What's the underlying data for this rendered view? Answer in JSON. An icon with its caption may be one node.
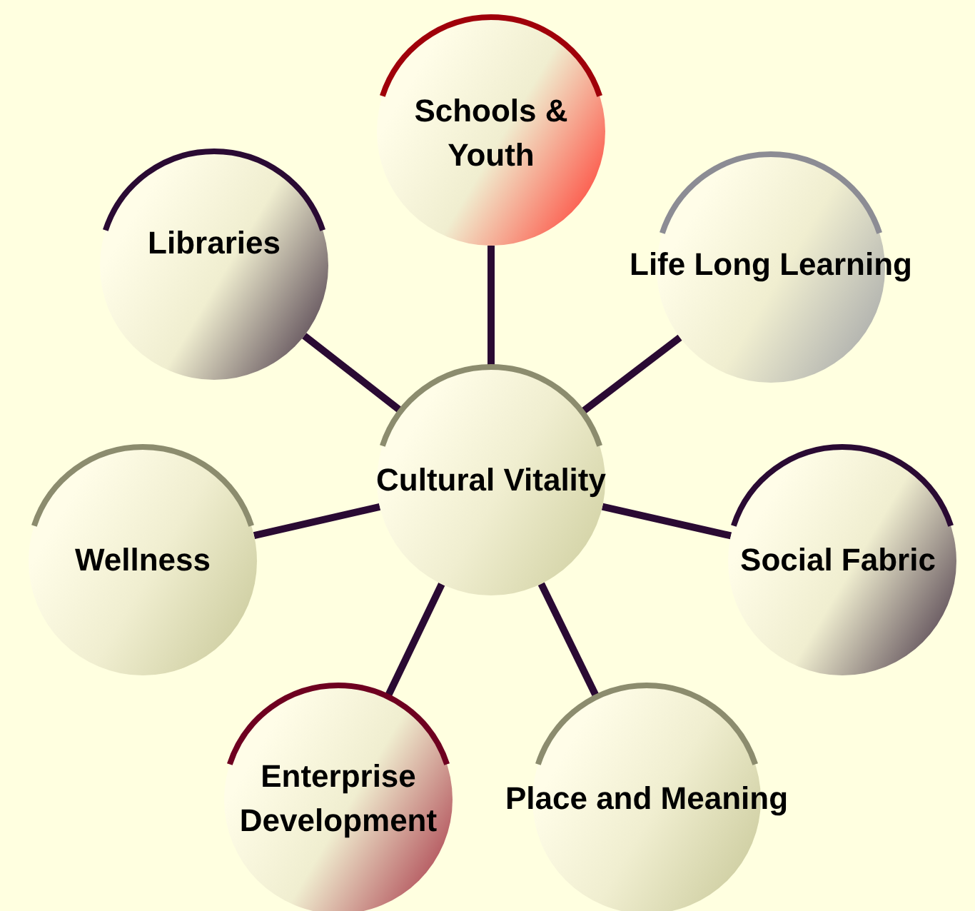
{
  "diagram": {
    "nodes": [
      {
        "text": [
          "Cultural Vitality"
        ]
      },
      {
        "text": [
          "Schools & Youth"
        ]
      },
      {
        "text": [
          "Libraries"
        ]
      },
      {
        "text": [
          "Life Long Learning"
        ]
      },
      {
        "text": [
          "Wellness"
        ]
      },
      {
        "text": [
          "Social Fabric"
        ]
      },
      {
        "text": [
          "Enterprise Development"
        ]
      },
      {
        "text": [
          "Place and Meaning"
        ]
      }
    ],
    "edges": [
      {
        "from": 0,
        "to": 1,
        "arrow": "none"
      },
      {
        "from": 0,
        "to": 2,
        "arrow": "none"
      },
      {
        "from": 0,
        "to": 3,
        "arrow": "none"
      },
      {
        "from": 0,
        "to": 4,
        "arrow": "none"
      },
      {
        "from": 0,
        "to": 5,
        "arrow": "none"
      },
      {
        "from": 0,
        "to": 6,
        "arrow": "none"
      },
      {
        "from": 0,
        "to": 7,
        "arrow": "none"
      }
    ]
  }
}
